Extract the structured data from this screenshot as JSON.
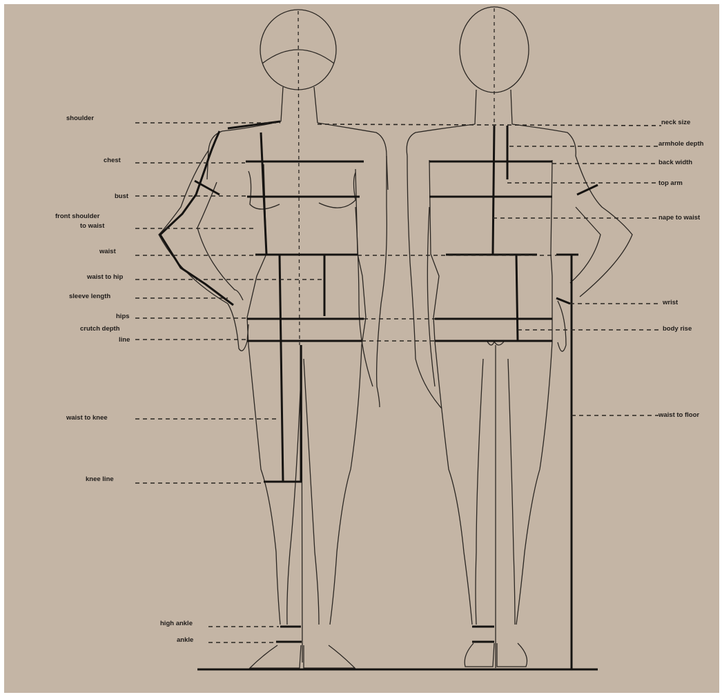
{
  "colors": {
    "background": "#c4b5a5",
    "line": "#1f1c1a",
    "border": "#ffffff"
  },
  "labels_left": {
    "shoulder": "shoulder",
    "chest": "chest",
    "bust": "bust",
    "front_shoulder_line1": "front shoulder",
    "front_shoulder_line2": "to waist",
    "waist": "waist",
    "waist_to_hip": "waist to hip",
    "sleeve_length": "sleeve length",
    "hips": "hips",
    "crutch_depth": "crutch depth",
    "line": "line",
    "waist_to_knee": "waist to knee",
    "knee_line": "knee line",
    "high_ankle": "high ankle",
    "ankle": "ankle"
  },
  "labels_right": {
    "neck_size": "neck size",
    "armhole_depth": "armhole depth",
    "back_width": "back width",
    "top_arm": "top arm",
    "nape_to_waist": "nape to waist",
    "wrist": "wrist",
    "body_rise": "body rise",
    "waist_to_floor": "waist to floor"
  }
}
